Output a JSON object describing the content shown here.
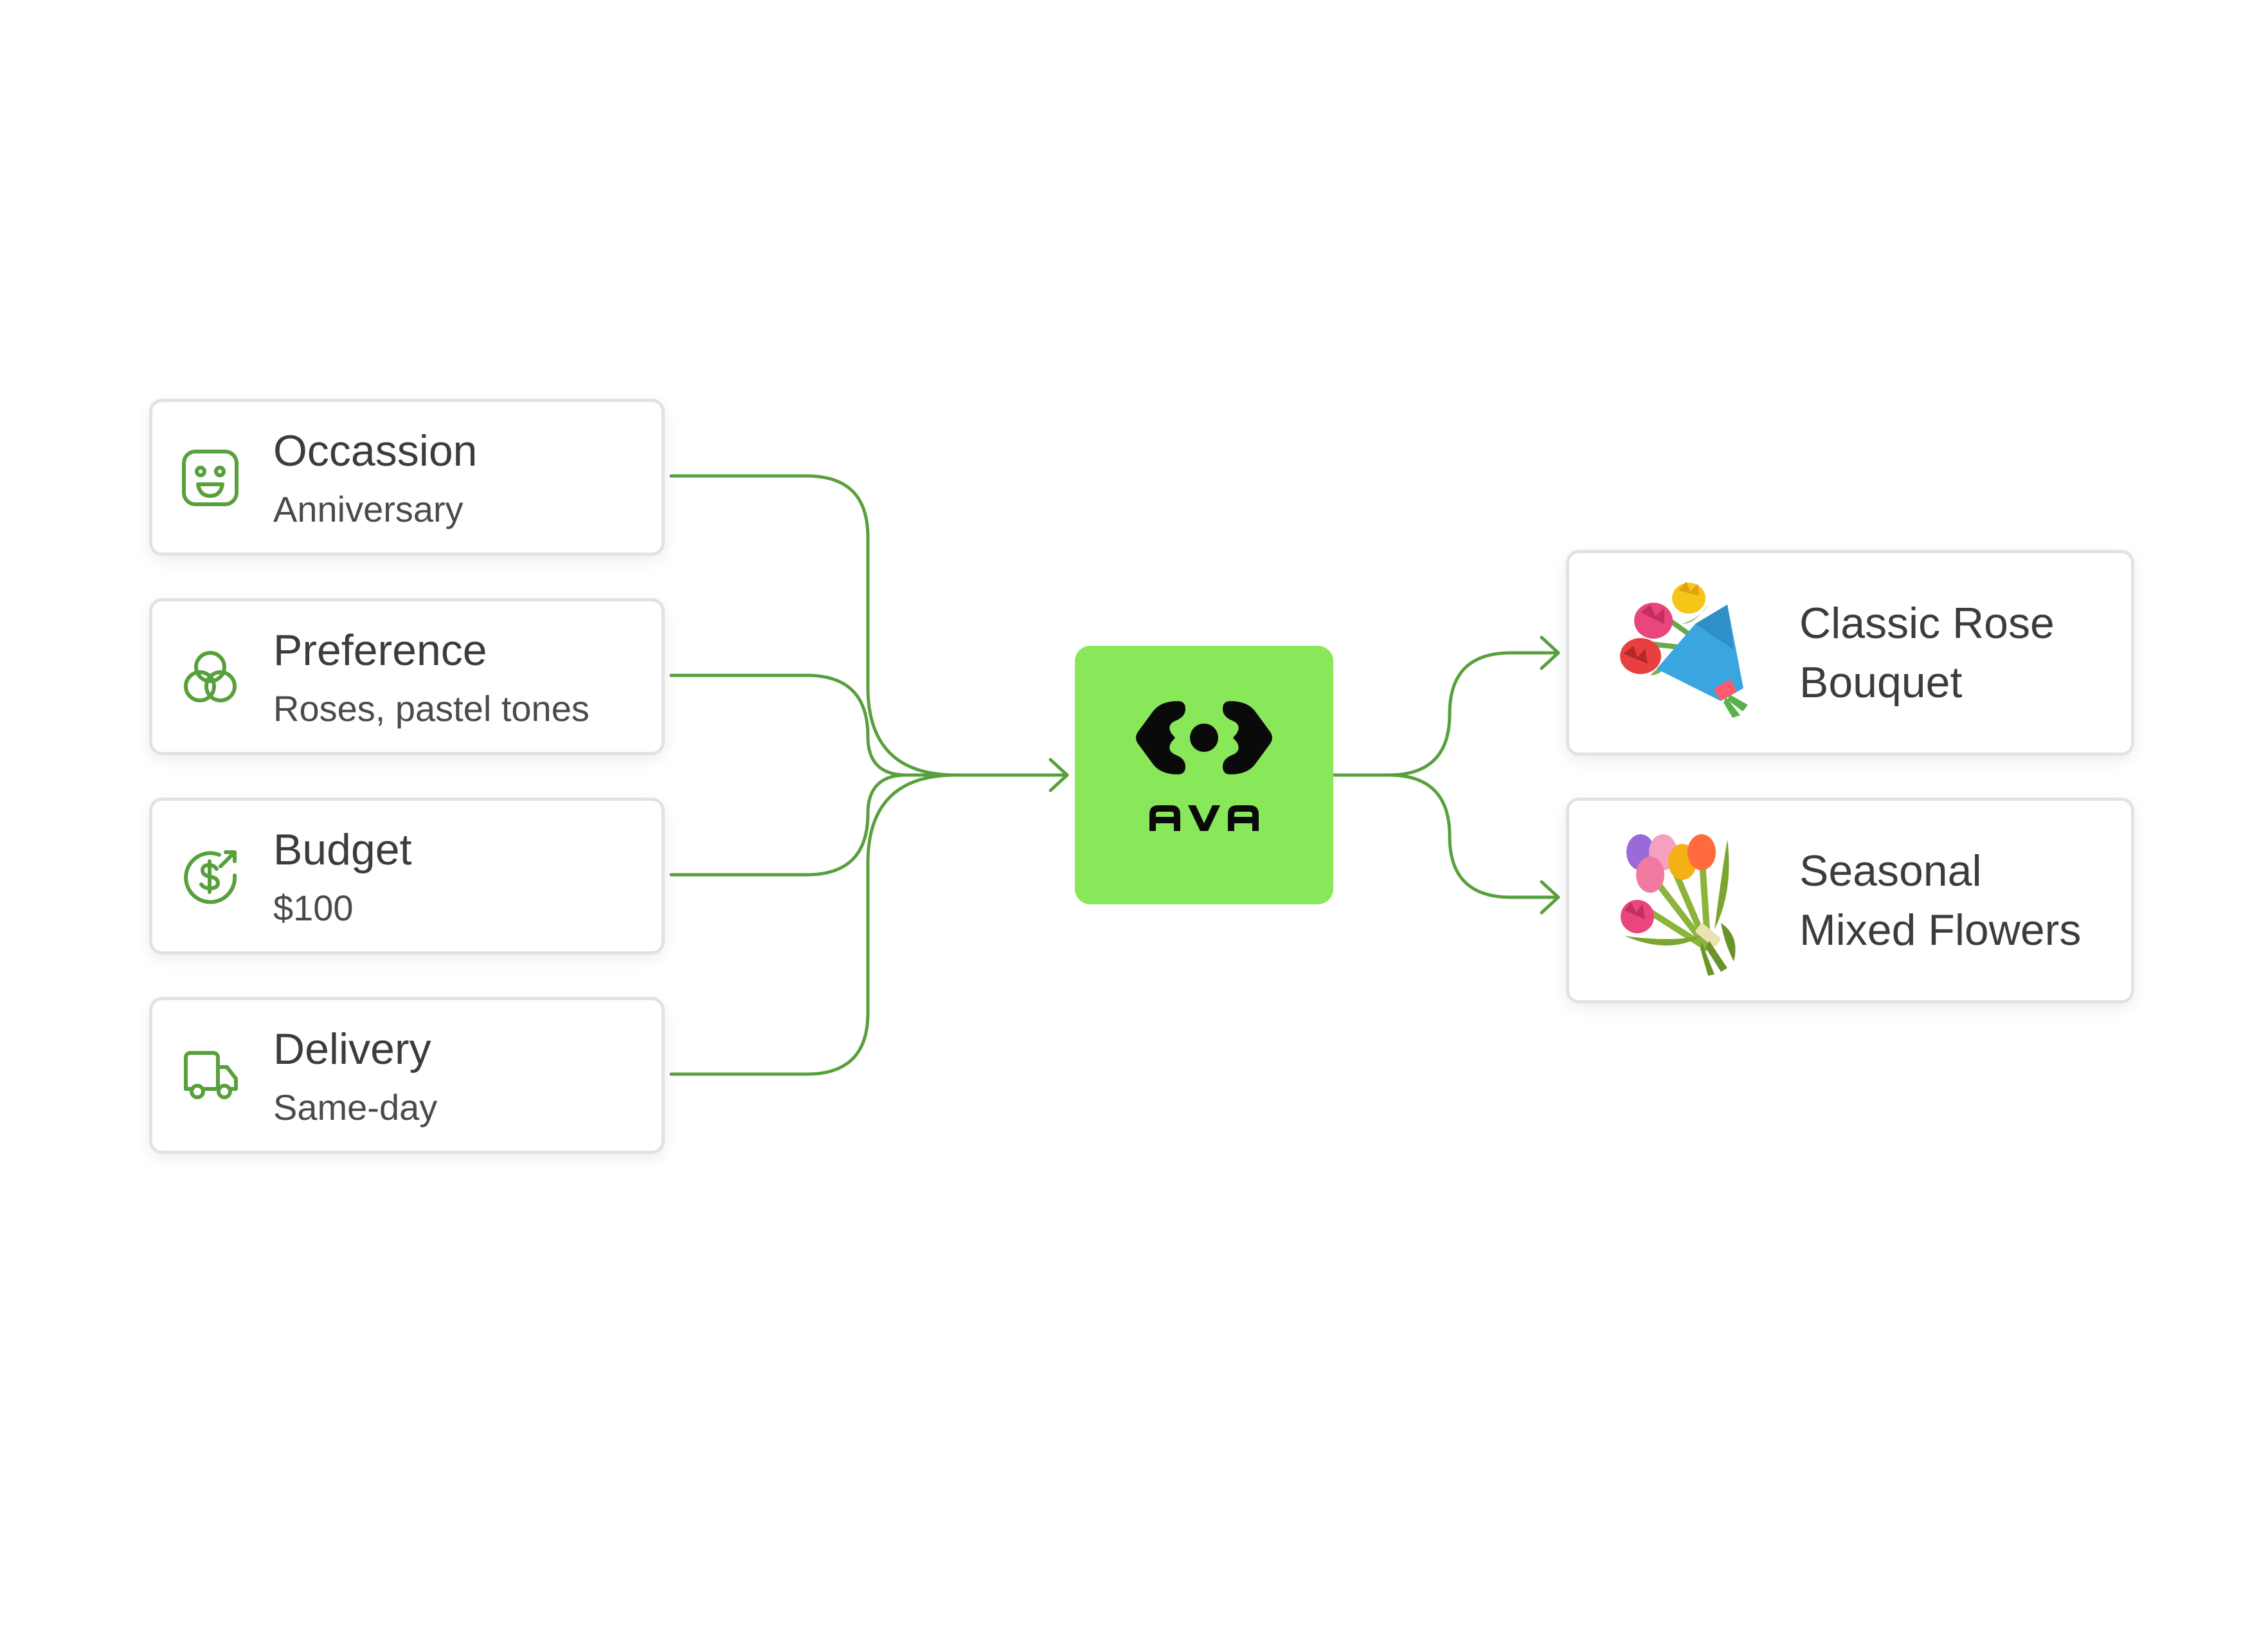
{
  "colors": {
    "connector": "#57a03c",
    "hub_background": "#88e85a",
    "icon_stroke": "#57a03c",
    "card_border": "#e2e2e2",
    "text": "#3c3c3c"
  },
  "hub": {
    "label": "AVA",
    "logo_icon": "ava-logo-icon"
  },
  "inputs": [
    {
      "title": "Occassion",
      "value": "Anniversary",
      "icon": "smiley-face-icon"
    },
    {
      "title": "Preference",
      "value": "Roses, pastel tones",
      "icon": "overlapping-circles-icon"
    },
    {
      "title": "Budget",
      "value": "$100",
      "icon": "dollar-refresh-icon"
    },
    {
      "title": "Delivery",
      "value": "Same-day",
      "icon": "delivery-truck-icon"
    }
  ],
  "outputs": [
    {
      "line1": "Classic Rose",
      "line2": "Bouquet",
      "icon": "rose-bouquet-icon"
    },
    {
      "line1": "Seasonal",
      "line2": "Mixed Flowers",
      "icon": "tulip-bouquet-icon"
    }
  ]
}
